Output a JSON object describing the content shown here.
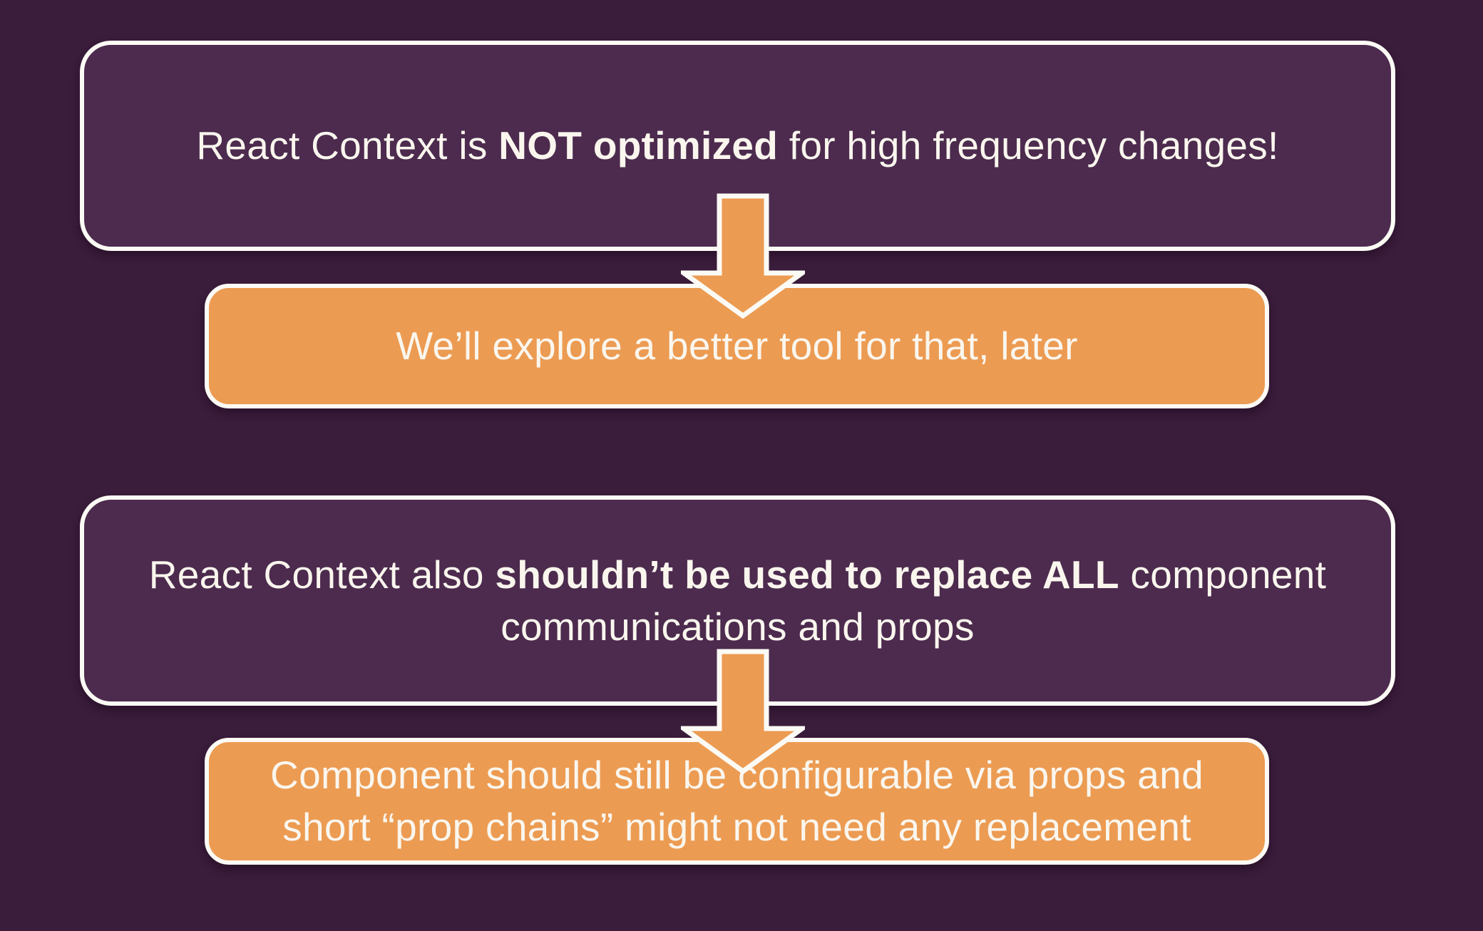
{
  "slide": {
    "background_color": "#3A1C3B",
    "panel_color": "#4C2B4E",
    "accent_color": "#EC9B52",
    "border_color": "#FCFAF5",
    "text_color": "#FAF6EE"
  },
  "groups": [
    {
      "claim": {
        "pre": "React Context is ",
        "bold": "NOT optimized",
        "post": " for high frequency changes!"
      },
      "conclusion_lines": [
        "We’ll explore a better tool for that, later"
      ]
    },
    {
      "claim": {
        "pre": "React Context also ",
        "bold": "shouldn’t be used to replace ALL",
        "post": " component"
      },
      "claim_line2": "communications and props",
      "conclusion_lines": [
        "Component should still be configurable via props and",
        "short “prop chains” might not need any replacement"
      ]
    }
  ]
}
